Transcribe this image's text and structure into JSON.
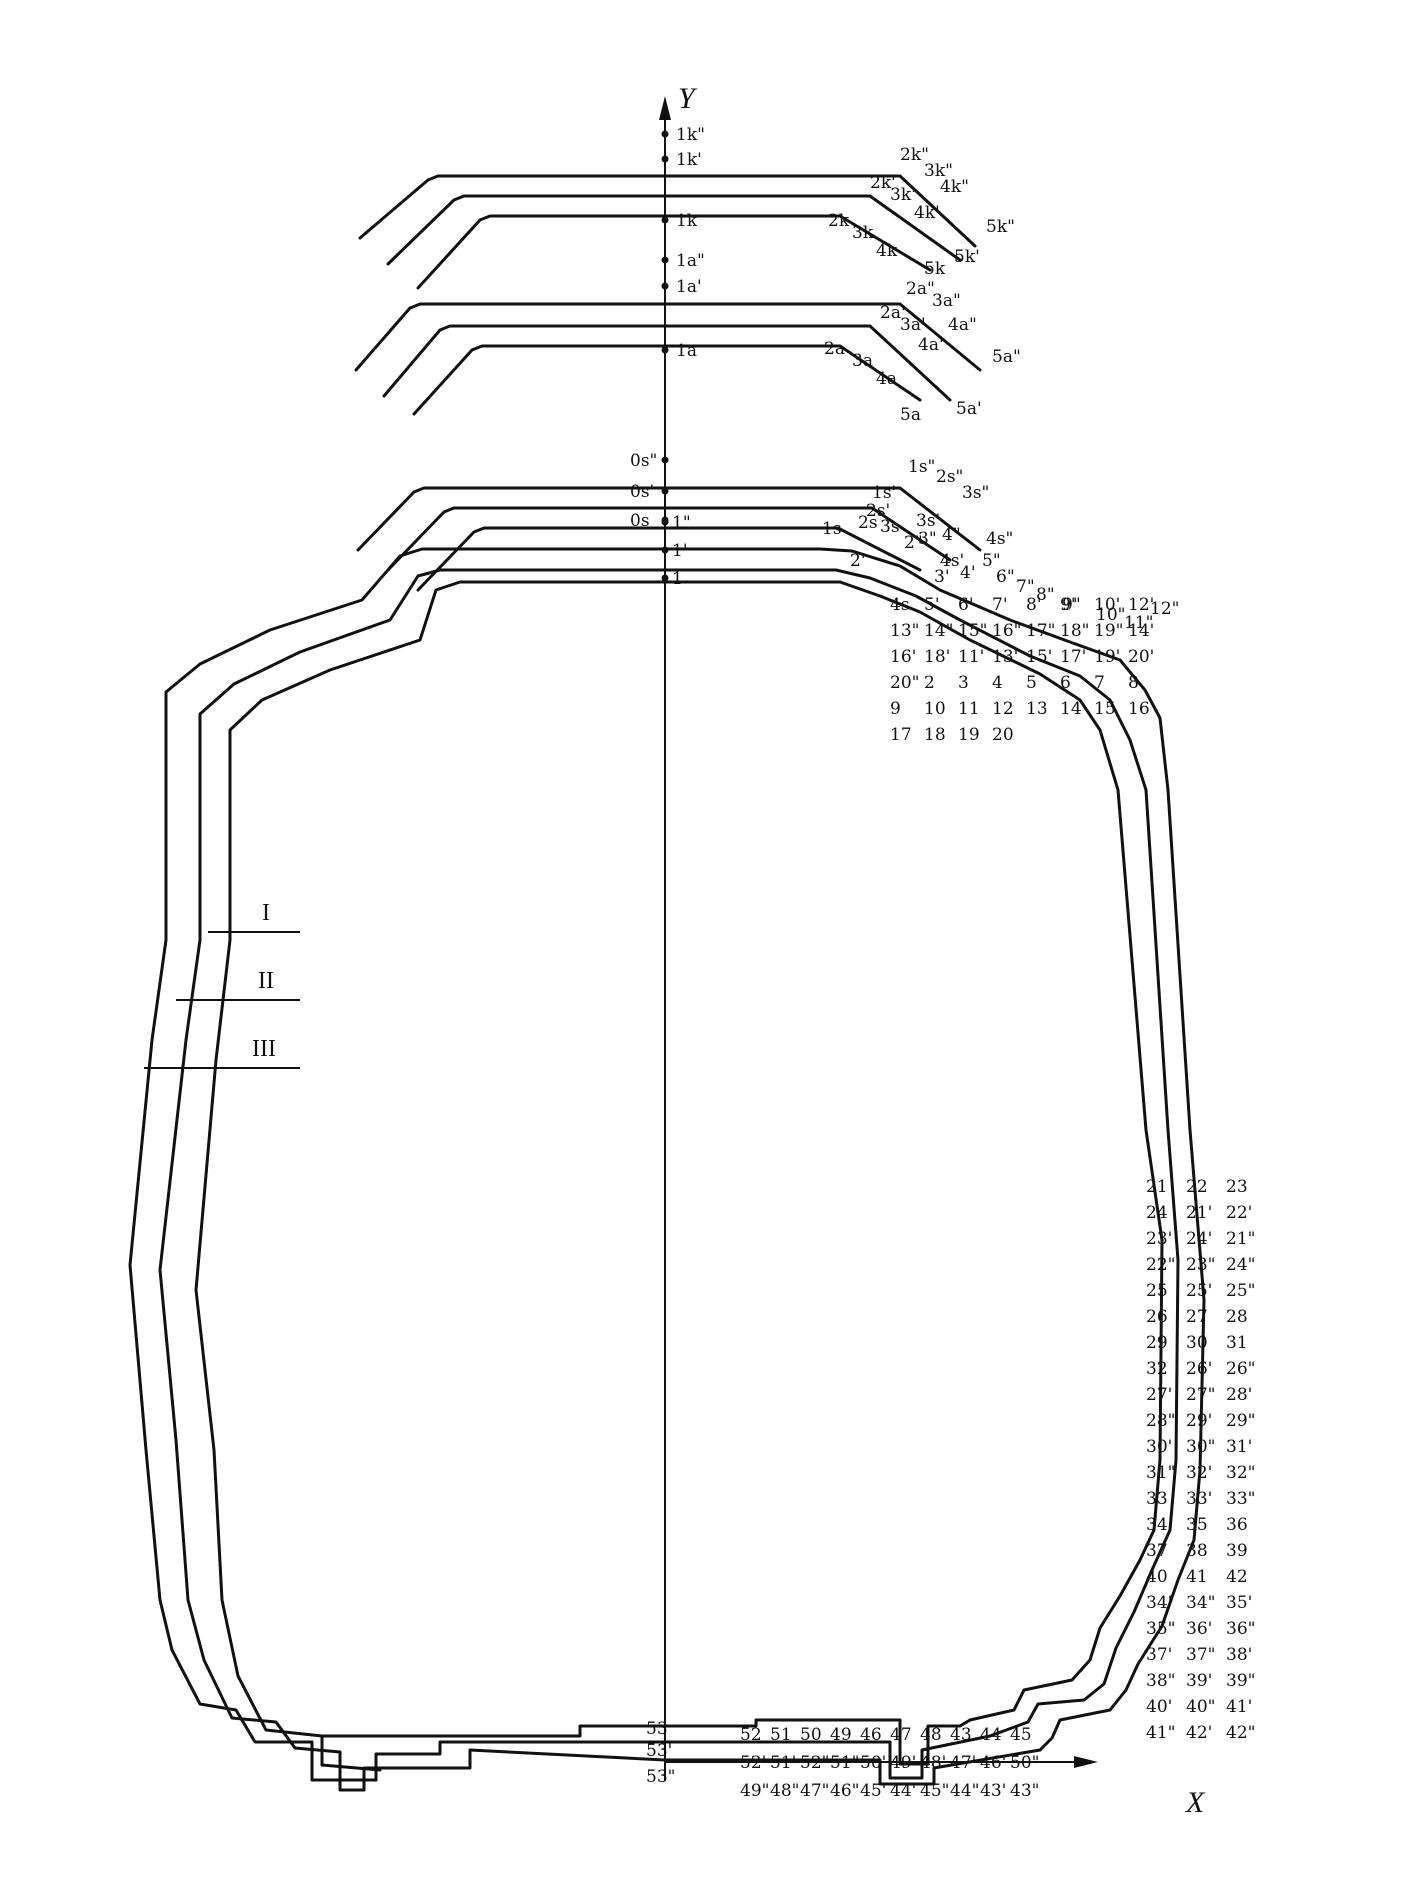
{
  "axes": {
    "y_label": "Y",
    "x_label": "X"
  },
  "zones": [
    "I",
    "II",
    "III"
  ],
  "axis_labels": [
    "1k\"",
    "1k'",
    "1k",
    "1a\"",
    "1a'",
    "1a",
    "0s\"",
    "0s'",
    "0s",
    "1\"",
    "1'",
    "1",
    "53",
    "53'",
    "53\""
  ],
  "upper_right_labels": [
    "2k\"",
    "3k\"",
    "2k'",
    "3k'",
    "4k\"",
    "4k'",
    "5k\"",
    "2k",
    "3k",
    "4k",
    "5k'",
    "5k",
    "2a\"",
    "3a\"",
    "2a'",
    "3a'",
    "4a\"",
    "4a'",
    "5a\"",
    "2a",
    "3a",
    "4a",
    "5a'",
    "5a",
    "1s\"",
    "2s\"",
    "3s\"",
    "1s'",
    "2s'",
    "1s",
    "2s",
    "3s",
    "3s'",
    "2'",
    "3\"",
    "4\"",
    "4s\"",
    "2\"",
    "4s'",
    "5\"",
    "3'",
    "4'",
    "6\"",
    "7\"",
    "8\"",
    "9\"",
    "10\"",
    "11\"",
    "12\"",
    "4s",
    "5'",
    "6'",
    "7'",
    "8'",
    "9'",
    "10'",
    "12'",
    "13\"",
    "14\"",
    "15\"",
    "16\"",
    "17\"",
    "18\"",
    "19\"",
    "14'",
    "16'",
    "18'",
    "11'",
    "13'",
    "15'",
    "17'",
    "19'",
    "20'",
    "20\"",
    "2",
    "3",
    "4",
    "5",
    "6",
    "7",
    "8",
    "9",
    "10",
    "11",
    "12",
    "13",
    "14",
    "15",
    "16",
    "17",
    "18",
    "19",
    "20"
  ],
  "right_side_labels": [
    "21",
    "22",
    "23",
    "24",
    "21'",
    "22'",
    "23'",
    "24'",
    "21\"",
    "22\"",
    "23\"",
    "24\"",
    "25",
    "25'",
    "25\"",
    "26",
    "27",
    "28",
    "29",
    "30",
    "31",
    "32",
    "26'",
    "26\"",
    "27'",
    "27\"",
    "28'",
    "28\"",
    "29'",
    "29\"",
    "30'",
    "30\"",
    "31'",
    "31\"",
    "32'",
    "32\"",
    "33",
    "33'",
    "33\"",
    "34",
    "35",
    "36",
    "37",
    "38",
    "39",
    "40",
    "41",
    "42",
    "34'",
    "34\"",
    "35'",
    "35\"",
    "36'",
    "36\"",
    "37'",
    "37\"",
    "38'",
    "38\"",
    "39'",
    "39\"",
    "40'",
    "40\"",
    "41'",
    "41\"",
    "42'",
    "42\""
  ],
  "bottom_labels": [
    "52",
    "51",
    "50",
    "49",
    "46",
    "47",
    "48",
    "43",
    "44",
    "45",
    "52'",
    "51'",
    "52\"",
    "51\"",
    "50'",
    "49'",
    "48'",
    "47'",
    "46'",
    "50\"",
    "49\"",
    "48\"",
    "47\"",
    "46\"",
    "45'",
    "44'",
    "45\"",
    "44\"",
    "43'",
    "43\""
  ]
}
